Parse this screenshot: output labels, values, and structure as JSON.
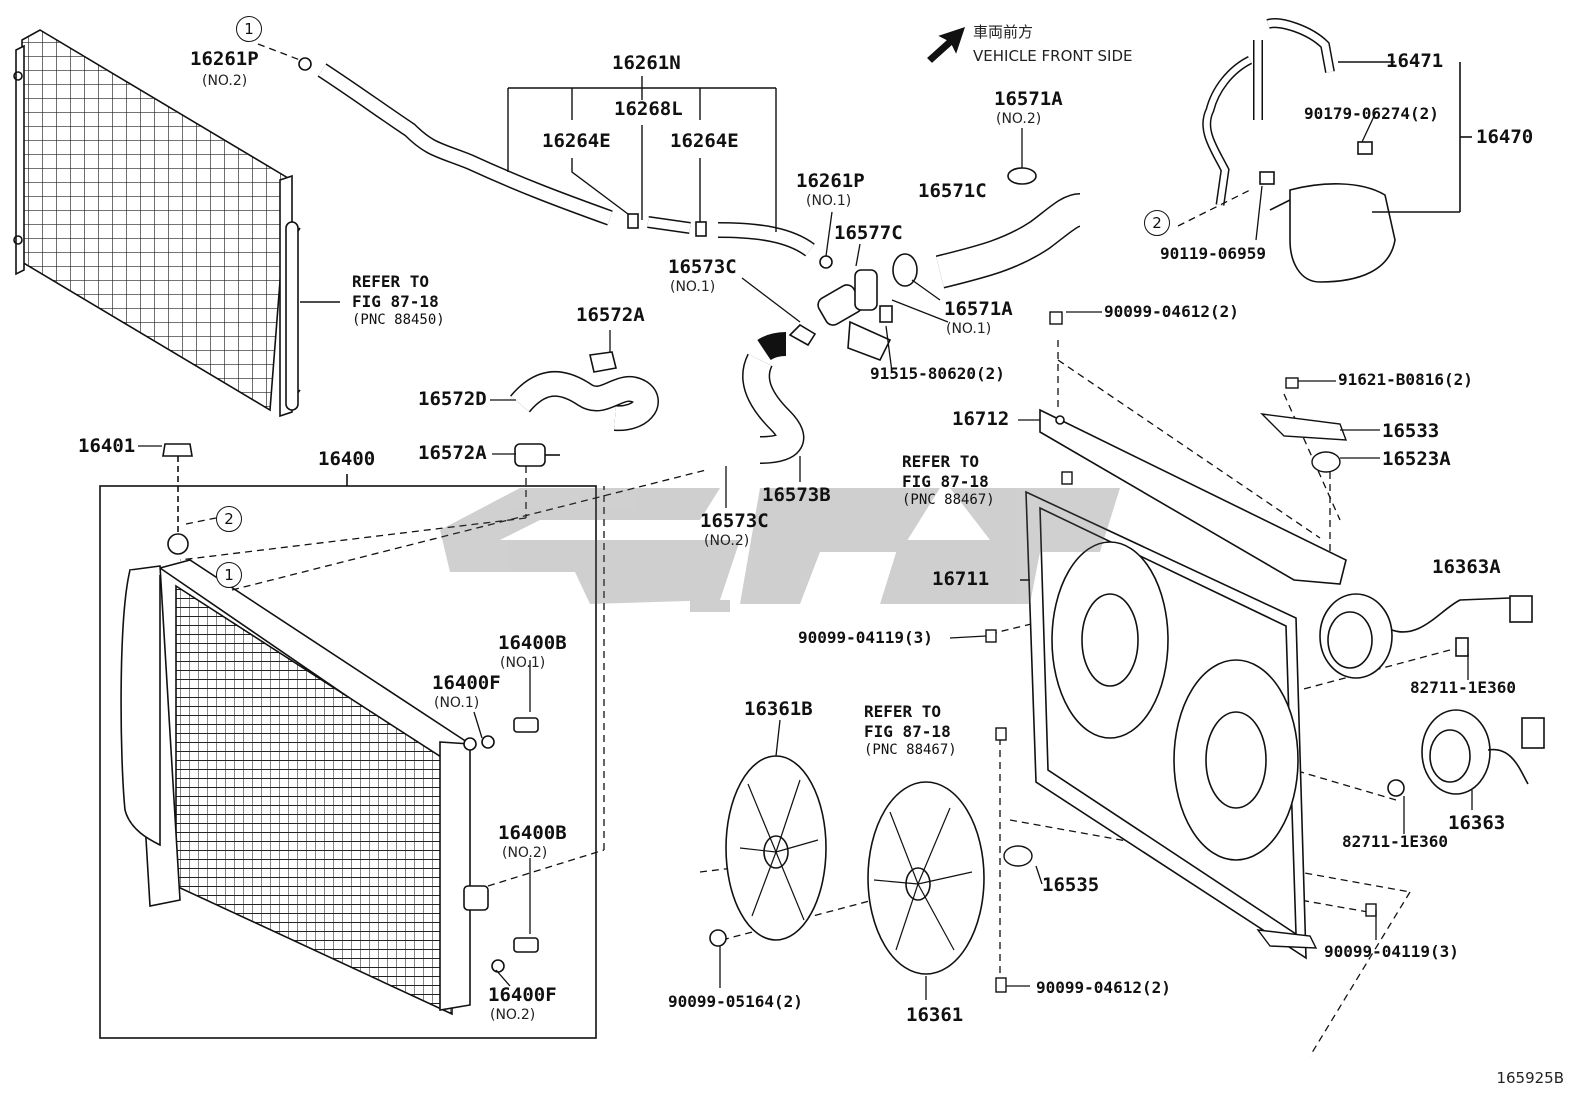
{
  "header_note": {
    "jp": "車両前方",
    "en": "VEHICLE FRONT SIDE"
  },
  "diagram_code": "165925B",
  "callouts": {
    "one": "1",
    "two": "2"
  },
  "refer": {
    "condenser": {
      "line1": "REFER TO",
      "line2": "FIG 87-18",
      "line3": "(PNC 88450)"
    },
    "shroud_top": {
      "line1": "REFER TO",
      "line2": "FIG 87-18",
      "line3": "(PNC 88467)"
    },
    "shroud_bottom": {
      "line1": "REFER TO",
      "line2": "FIG 87-18",
      "line3": "(PNC 88467)"
    }
  },
  "parts": {
    "p16261P_no2": {
      "num": "16261P",
      "sub": "(NO.2)"
    },
    "p16261N": {
      "num": "16261N"
    },
    "p16268L": {
      "num": "16268L"
    },
    "p16264E_a": {
      "num": "16264E"
    },
    "p16264E_b": {
      "num": "16264E"
    },
    "p16261P_no1": {
      "num": "16261P",
      "sub": "(NO.1)"
    },
    "p16577C": {
      "num": "16577C"
    },
    "p16573C_no1": {
      "num": "16573C",
      "sub": "(NO.1)"
    },
    "p16572A_top": {
      "num": "16572A"
    },
    "p16572D": {
      "num": "16572D"
    },
    "p16572A_bot": {
      "num": "16572A"
    },
    "p16573B": {
      "num": "16573B"
    },
    "p16573C_no2": {
      "num": "16573C",
      "sub": "(NO.2)"
    },
    "p16571A_no2": {
      "num": "16571A",
      "sub": "(NO.2)"
    },
    "p16571C": {
      "num": "16571C"
    },
    "p16571A_no1": {
      "num": "16571A",
      "sub": "(NO.1)"
    },
    "p91515": {
      "num": "91515-80620(2)"
    },
    "p16471": {
      "num": "16471"
    },
    "p16470": {
      "num": "16470"
    },
    "p90179": {
      "num": "90179-06274(2)"
    },
    "p90119": {
      "num": "90119-06959"
    },
    "p90099_04612_top": {
      "num": "90099-04612(2)"
    },
    "p16712": {
      "num": "16712"
    },
    "p91621": {
      "num": "91621-B0816(2)"
    },
    "p16533": {
      "num": "16533"
    },
    "p16523A": {
      "num": "16523A"
    },
    "p16401": {
      "num": "16401"
    },
    "p16400": {
      "num": "16400"
    },
    "p16711": {
      "num": "16711"
    },
    "p16363A": {
      "num": "16363A"
    },
    "p90099_04119_left": {
      "num": "90099-04119(3)"
    },
    "p82711_a": {
      "num": "82711-1E360"
    },
    "p16363": {
      "num": "16363"
    },
    "p82711_b": {
      "num": "82711-1E360"
    },
    "p16400B_no1": {
      "num": "16400B",
      "sub": "(NO.1)"
    },
    "p16400F_no1": {
      "num": "16400F",
      "sub": "(NO.1)"
    },
    "p16400B_no2": {
      "num": "16400B",
      "sub": "(NO.2)"
    },
    "p16400F_no2": {
      "num": "16400F",
      "sub": "(NO.2)"
    },
    "p16361B": {
      "num": "16361B"
    },
    "p16361": {
      "num": "16361"
    },
    "p90099_05164": {
      "num": "90099-05164(2)"
    },
    "p16535": {
      "num": "16535"
    },
    "p90099_04612_bot": {
      "num": "90099-04612(2)"
    },
    "p90099_04119_right": {
      "num": "90099-04119(3)"
    }
  }
}
